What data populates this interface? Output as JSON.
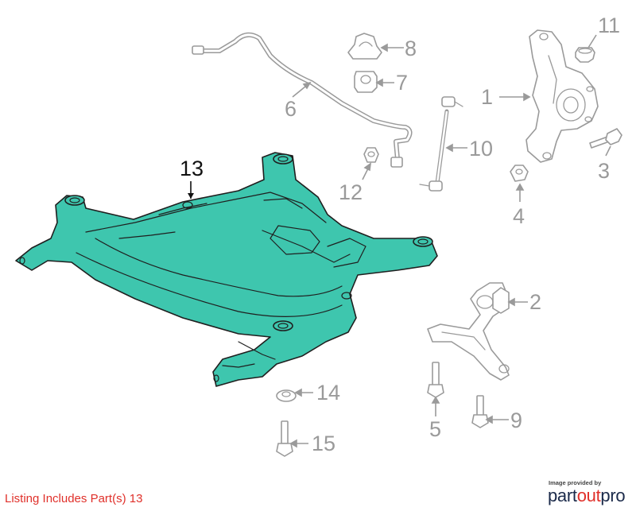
{
  "callouts": {
    "c1": "1",
    "c2": "2",
    "c3": "3",
    "c4": "4",
    "c5": "5",
    "c6": "6",
    "c7": "7",
    "c8": "8",
    "c9": "9",
    "c10": "10",
    "c11": "11",
    "c12": "12",
    "c13": "13",
    "c14": "14",
    "c15": "15"
  },
  "highlighted_part": "13",
  "listing_note": "Listing Includes Part(s) 13",
  "credit": {
    "provided_by": "Image provided by",
    "brand_part": "part",
    "brand_out": "out",
    "brand_pro": "pro"
  },
  "colors": {
    "highlight_fill": "#3ec6ae",
    "callout_gray": "#9a9a9a",
    "note_red": "#e0302a",
    "brand_navy": "#1b2a4a"
  }
}
